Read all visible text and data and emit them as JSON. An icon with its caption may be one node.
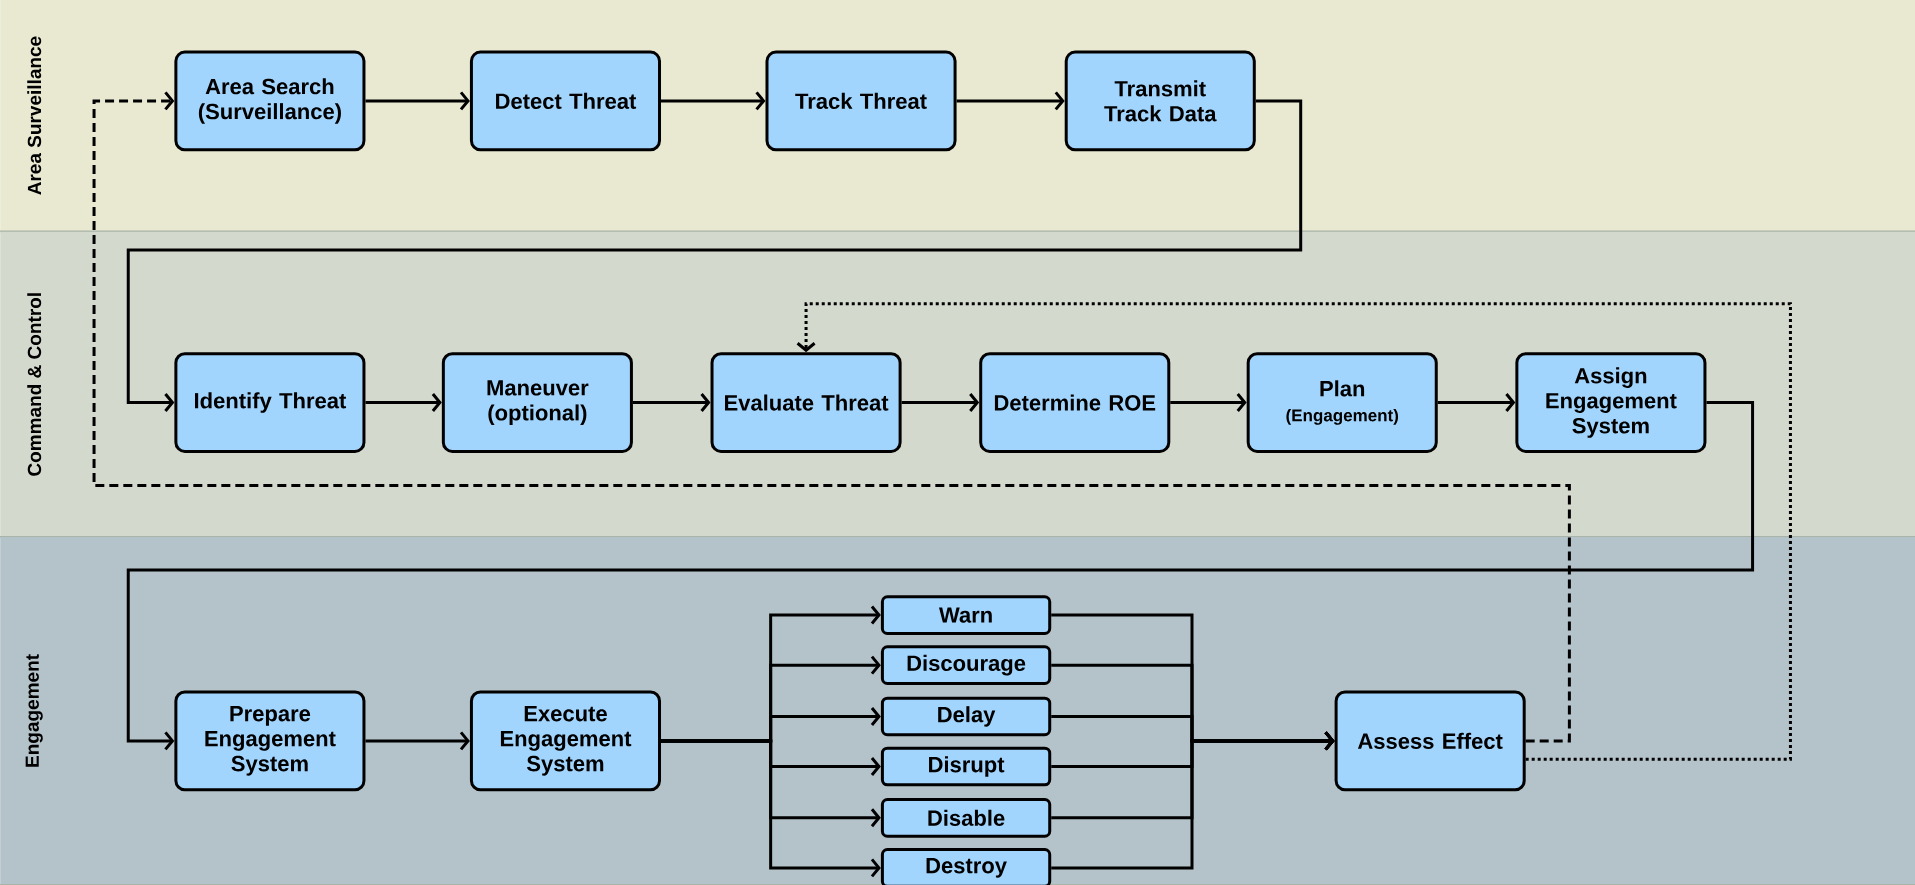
{
  "diagram": {
    "nodes": [
      {
        "text": [
          "Area Surveillance"
        ]
      },
      {
        "text": [
          "Command & Control"
        ]
      },
      {
        "text": [
          "Engagement"
        ]
      },
      {
        "text": [
          "Area Search (Surveillance)"
        ],
        "in": 0
      },
      {
        "text": [
          "Detect Threat"
        ],
        "in": 0
      },
      {
        "text": [
          "Track Threat"
        ],
        "in": 0
      },
      {
        "text": [
          "Transmit Track Data"
        ],
        "in": 0
      },
      {
        "text": [
          "Identify Threat"
        ],
        "in": 1
      },
      {
        "text": [
          "Maneuver (optional)"
        ],
        "in": 1
      },
      {
        "text": [
          "Evaluate Threat"
        ],
        "in": 1
      },
      {
        "text": [
          "Determine ROE"
        ],
        "in": 1
      },
      {
        "text": [
          "Plan",
          "(Engagement)"
        ],
        "in": 1
      },
      {
        "text": [
          "Assign Engagement System"
        ],
        "in": 1
      },
      {
        "text": [
          "Prepare Engagement System"
        ],
        "in": 2
      },
      {
        "text": [
          "Execute Engagement System"
        ],
        "in": 2
      },
      {
        "text": [
          "Warn"
        ],
        "in": 2
      },
      {
        "text": [
          "Discourage"
        ],
        "in": 2
      },
      {
        "text": [
          "Delay"
        ],
        "in": 2
      },
      {
        "text": [
          "Disrupt"
        ],
        "in": 2
      },
      {
        "text": [
          "Disable"
        ],
        "in": 2
      },
      {
        "text": [
          "Destroy"
        ],
        "in": 2
      },
      {
        "text": [
          "Assess Effect"
        ],
        "in": 2
      }
    ],
    "edges": [
      {
        "from": 3,
        "to": 4,
        "arrow": "to"
      },
      {
        "from": 4,
        "to": 5,
        "arrow": "to"
      },
      {
        "from": 5,
        "to": 6,
        "arrow": "to"
      },
      {
        "from": 6,
        "to": 7,
        "arrow": "to"
      },
      {
        "from": 7,
        "to": 8,
        "arrow": "to"
      },
      {
        "from": 8,
        "to": 9,
        "arrow": "to"
      },
      {
        "from": 9,
        "to": 10,
        "arrow": "to"
      },
      {
        "from": 10,
        "to": 11,
        "arrow": "to"
      },
      {
        "from": 11,
        "to": 12,
        "arrow": "to"
      },
      {
        "from": 12,
        "to": 13,
        "arrow": "to"
      },
      {
        "from": 13,
        "to": 14,
        "arrow": "to"
      },
      {
        "from": 14,
        "to": 15,
        "arrow": "to"
      },
      {
        "from": 14,
        "to": 16,
        "arrow": "to"
      },
      {
        "from": 14,
        "to": 17,
        "arrow": "to"
      },
      {
        "from": 14,
        "to": 18,
        "arrow": "to"
      },
      {
        "from": 14,
        "to": 19,
        "arrow": "to"
      },
      {
        "from": 14,
        "to": 20,
        "arrow": "to"
      },
      {
        "from": 15,
        "to": 21,
        "arrow": "to"
      },
      {
        "from": 16,
        "to": 21,
        "arrow": "to"
      },
      {
        "from": 17,
        "to": 21,
        "arrow": "to"
      },
      {
        "from": 18,
        "to": 21,
        "arrow": "to"
      },
      {
        "from": 19,
        "to": 21,
        "arrow": "to"
      },
      {
        "from": 20,
        "to": 21,
        "arrow": "to"
      },
      {
        "from": 21,
        "to": 3,
        "arrow": "to",
        "style": "dashed"
      },
      {
        "from": 21,
        "to": 9,
        "arrow": "to",
        "style": "dashed"
      }
    ]
  }
}
